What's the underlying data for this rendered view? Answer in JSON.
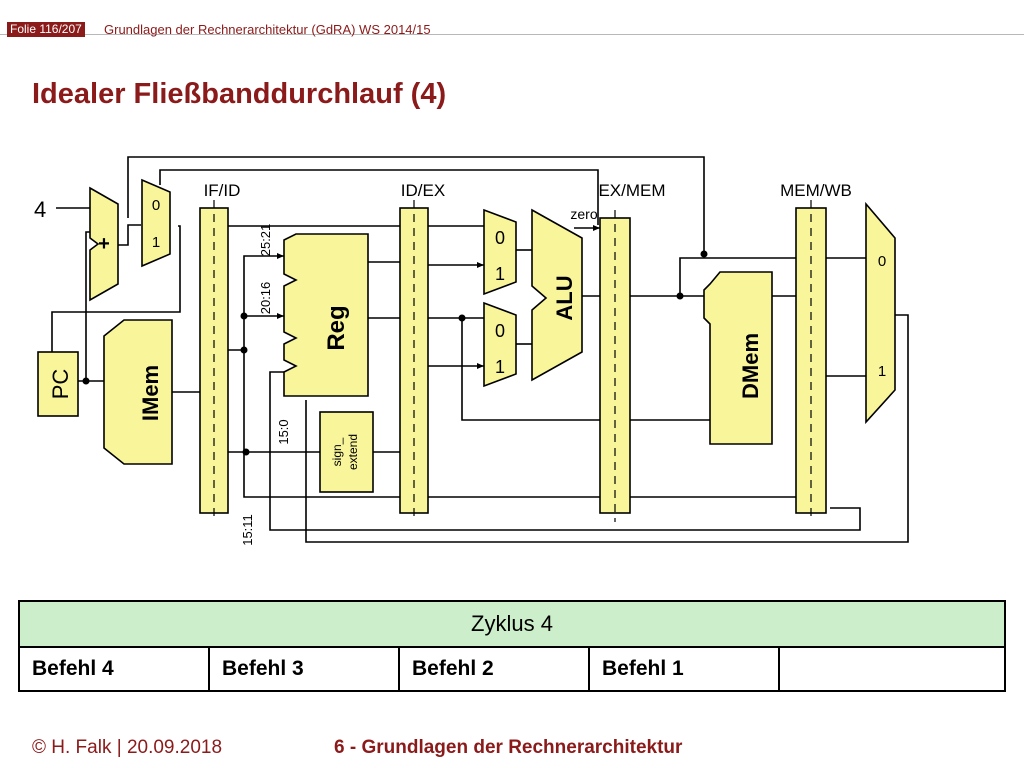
{
  "header": {
    "folie_label": "Folie 116/207",
    "course": "Grundlagen der Rechnerarchitektur (GdRA) WS 2014/15"
  },
  "title": "Idealer Fließbanddurchlauf (4)",
  "diagram": {
    "pipeline_registers": [
      "IF/ID",
      "ID/EX",
      "EX/MEM",
      "MEM/WB"
    ],
    "constant_four": "4",
    "adder_symbol": "+",
    "pc_label": "PC",
    "imem_label": "IMem",
    "reg_label": "Reg",
    "alu_label": "ALU",
    "dmem_label": "DMem",
    "sign_extend_line1": "sign_",
    "sign_extend_line2": "extend",
    "zero_label": "zero",
    "mux_zero": "0",
    "mux_one": "1",
    "bit_fields": [
      "25:21",
      "20:16",
      "15:0",
      "15:11"
    ],
    "colors": {
      "component_fill": "#f8f59a",
      "stroke": "#000000",
      "title_red": "#8b1a1a",
      "table_highlight": "#cdeecb"
    }
  },
  "table": {
    "cycle_label": "Zyklus 4",
    "stages": [
      "Befehl 4",
      "Befehl 3",
      "Befehl 2",
      "Befehl 1",
      ""
    ]
  },
  "footer": {
    "author_date": "© H. Falk | 20.09.2018",
    "chapter": "6 - Grundlagen der Rechnerarchitektur"
  }
}
